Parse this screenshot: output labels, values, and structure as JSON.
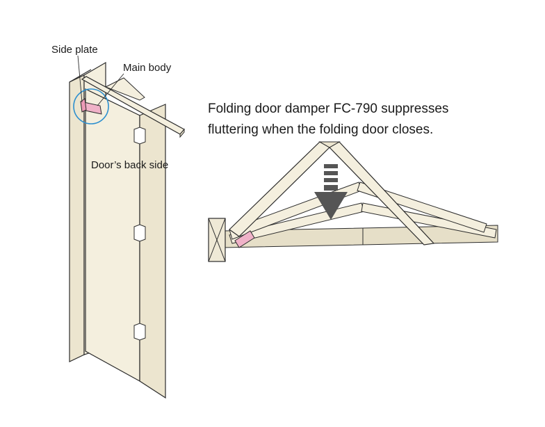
{
  "labels": {
    "side_plate": "Side plate",
    "main_body": "Main body",
    "door_back_side": "Door’s back side",
    "caption_line1": "Folding door damper FC-790 suppresses",
    "caption_line2": "fluttering when the folding door closes."
  },
  "colors": {
    "panel_fill": "#f4efde",
    "panel_side": "#ece5cf",
    "outline": "#2b2b2b",
    "damper_pink": "#f0b2c8",
    "callout_blue": "#2c8fcf",
    "arrow_gray": "#555555",
    "floor_fill": "#e6dfc8"
  }
}
